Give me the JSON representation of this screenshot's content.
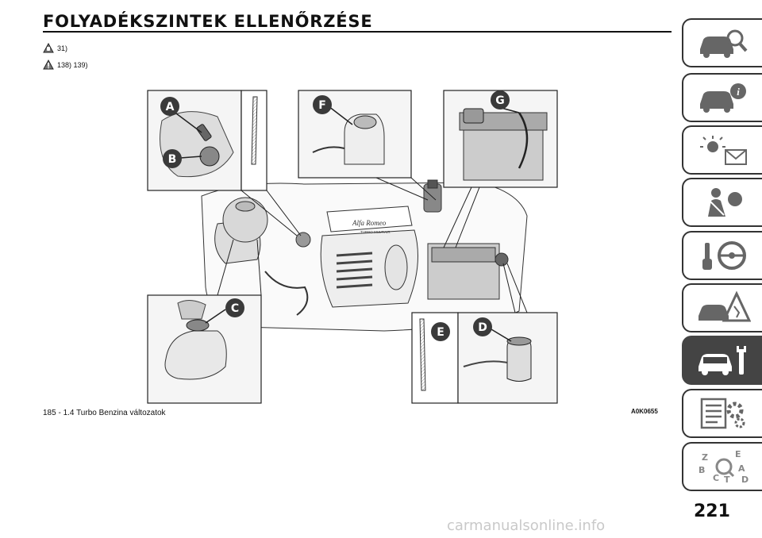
{
  "page": {
    "title": "FOLYADÉKSZINTEK ELLENŐRZÉSE",
    "warning_refs_1": "31)",
    "warning_refs_2": "138) 139)",
    "figure_caption": "185 - 1.4 Turbo Benzina változatok",
    "figure_code": "A0K0655",
    "page_number": "221",
    "watermark": "carmanualsonline.info"
  },
  "figure": {
    "callouts": [
      "A",
      "B",
      "C",
      "D",
      "E",
      "F",
      "G"
    ],
    "engine_logo": "Alfa Romeo",
    "engine_label": "TURBO MULTIAIR"
  },
  "side_tabs": [
    {
      "icon": "car-search-icon",
      "active": false
    },
    {
      "icon": "car-info-icon",
      "active": false
    },
    {
      "icon": "warning-lights-icon",
      "active": false
    },
    {
      "icon": "seatbelt-airbag-icon",
      "active": false
    },
    {
      "icon": "key-steering-wheel-icon",
      "active": false
    },
    {
      "icon": "car-hazard-icon",
      "active": false
    },
    {
      "icon": "car-wrench-icon",
      "active": true
    },
    {
      "icon": "specs-gear-icon",
      "active": false
    },
    {
      "icon": "alphabetical-index-icon",
      "active": false
    }
  ],
  "colors": {
    "accent": "#111111",
    "tab_active": "#444444",
    "callout": "#3a3a3a"
  }
}
